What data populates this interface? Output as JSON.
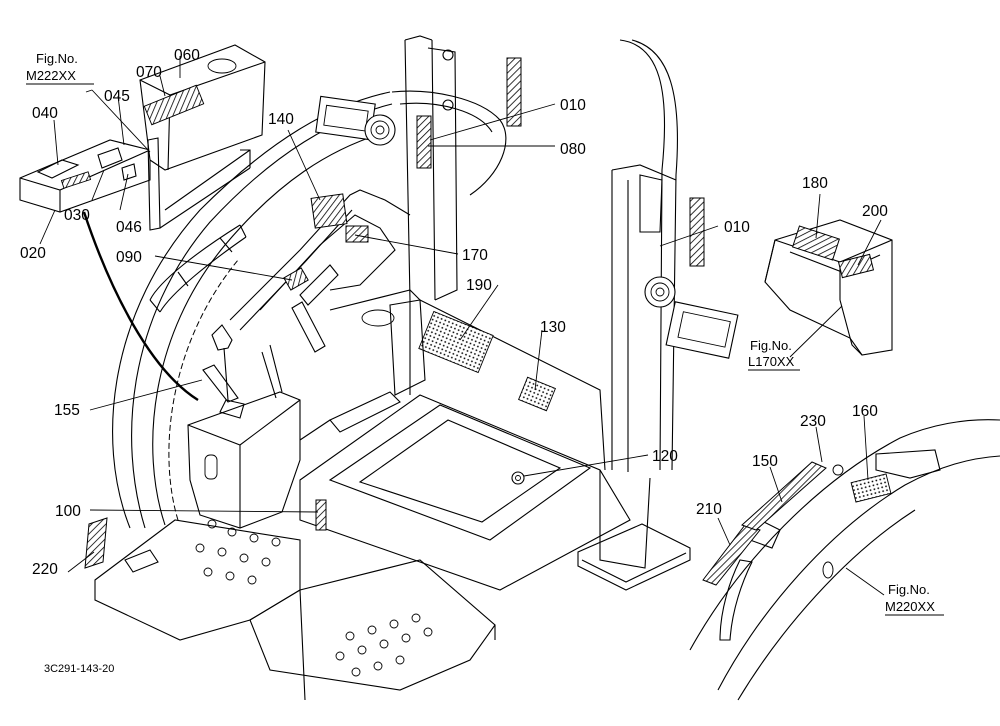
{
  "drawing": {
    "code": "3C291-143-20",
    "color_line": "#000000",
    "color_background": "#ffffff"
  },
  "figure_refs": [
    {
      "prefix": "Fig.No.",
      "number": "M222XX"
    },
    {
      "prefix": "Fig.No.",
      "number": "L170XX"
    },
    {
      "prefix": "Fig.No.",
      "number": "M220XX"
    }
  ],
  "parts": [
    "060",
    "070",
    "045",
    "040",
    "030",
    "046",
    "020",
    "140",
    "010",
    "080",
    "170",
    "090",
    "190",
    "130",
    "155",
    "120",
    "100",
    "220",
    "180",
    "200",
    "010",
    "230",
    "160",
    "150",
    "210"
  ]
}
